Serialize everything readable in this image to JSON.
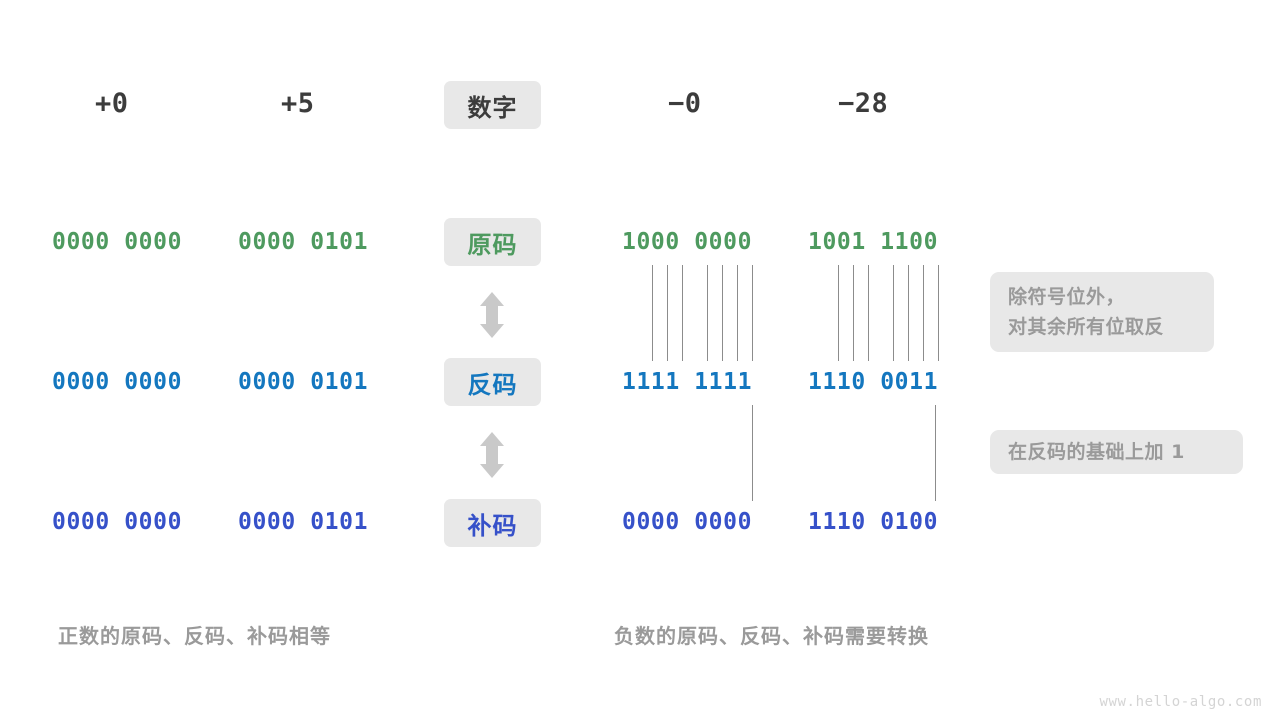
{
  "page": {
    "watermark": "www.hello-algo.com",
    "background": "#ffffff"
  },
  "colors": {
    "sign_magnitude": "#4e9a5f",
    "ones_complement": "#1477bf",
    "twos_complement": "#3651c9",
    "chip_bg": "#e8e8e8",
    "note_text": "#9a9a9a",
    "header_text": "#3c3c3c",
    "line": "#8c8c8c"
  },
  "header": {
    "label": "数字",
    "columns": [
      "+0",
      "+5",
      "−0",
      "−28"
    ]
  },
  "rows": [
    {
      "label": "原码",
      "color_key": "sign_magnitude",
      "values": [
        "0000 0000",
        "0000 0101",
        "1000 0000",
        "1001 1100"
      ]
    },
    {
      "label": "反码",
      "color_key": "ones_complement",
      "values": [
        "0000 0000",
        "0000 0101",
        "1111 1111",
        "1110 0011"
      ]
    },
    {
      "label": "补码",
      "color_key": "twos_complement",
      "values": [
        "0000 0000",
        "0000 0101",
        "0000 0000",
        "1110 0100"
      ]
    }
  ],
  "notes": [
    {
      "lines": [
        "除符号位外，",
        "对其余所有位取反"
      ]
    },
    {
      "lines": [
        "在反码的基础上加  1"
      ]
    }
  ],
  "captions": {
    "positive": "正数的原码、反码、补码相等",
    "negative": "负数的原码、反码、补码需要转换"
  },
  "icons": {
    "arrow_up_down": "up-down-arrow"
  }
}
